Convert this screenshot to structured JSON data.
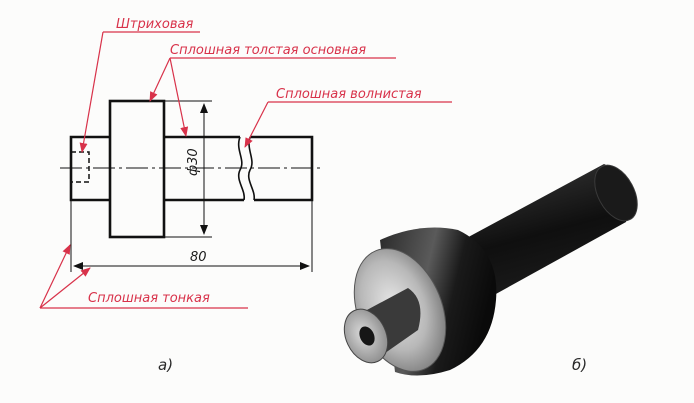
{
  "labels": {
    "hatched": "Штриховая",
    "solid_thick": "Сплошная толстая основная",
    "solid_wavy": "Сплошная волнистая",
    "solid_thin": "Сплошная тонкая"
  },
  "dimensions": {
    "diameter": "ф30",
    "length": "80"
  },
  "captions": {
    "left": "а)",
    "right": "б)"
  },
  "colors": {
    "leader": "#d8324a",
    "drawing": "#111111",
    "background": "#fcfcfb"
  }
}
